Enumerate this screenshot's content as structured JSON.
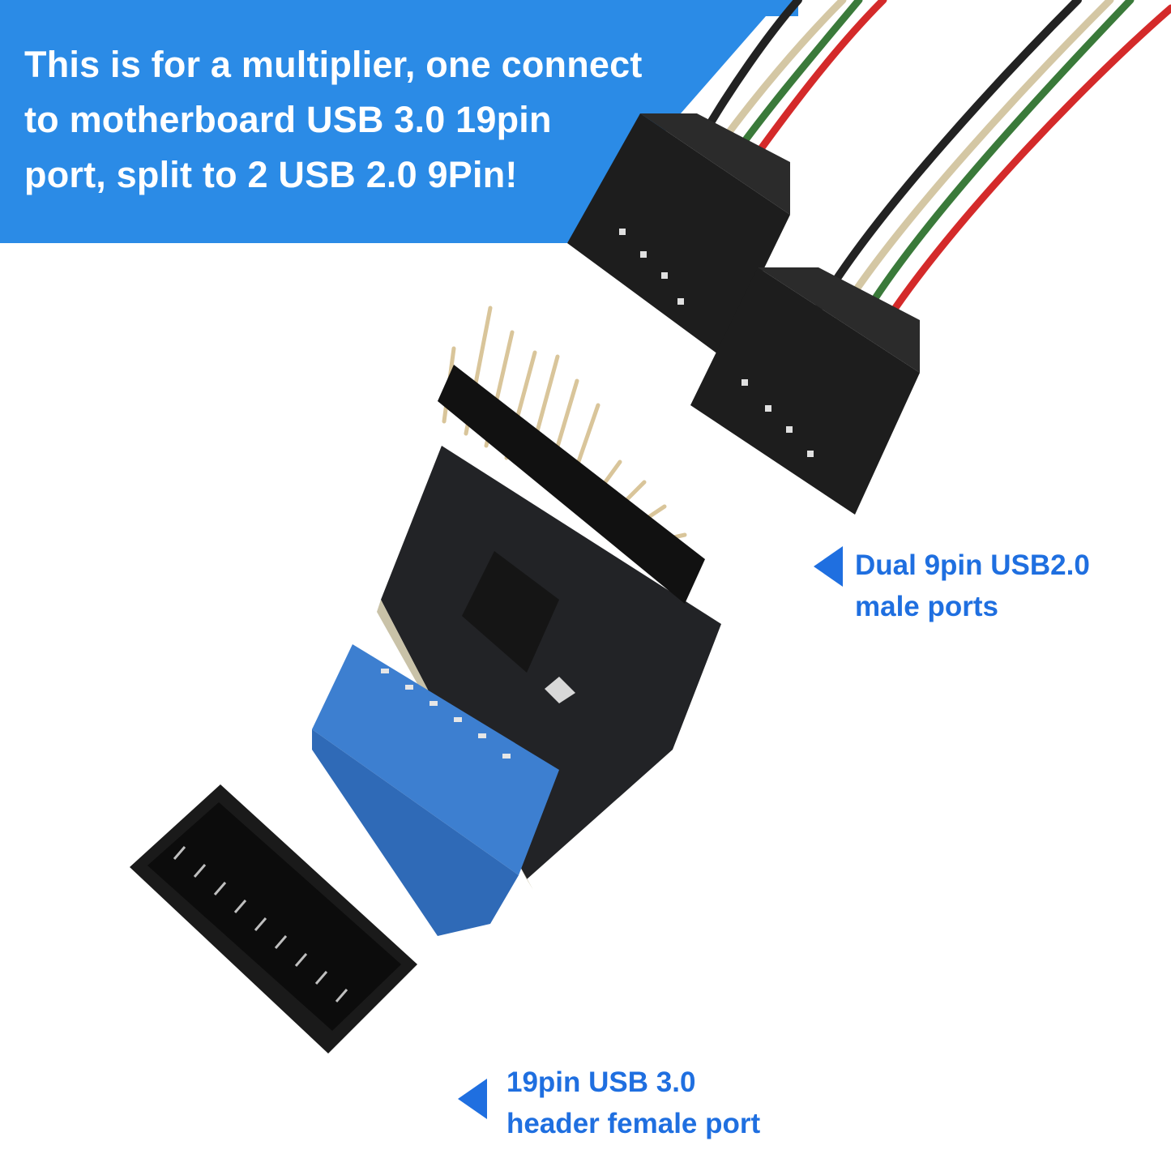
{
  "banner": {
    "lines": [
      "This is for a multiplier, one connect",
      "to motherboard USB 3.0 19pin",
      "port, split to 2 USB 2.0 9Pin!"
    ]
  },
  "callouts": {
    "male_ports": {
      "lines": [
        "Dual 9pin USB2.0",
        "male ports"
      ]
    },
    "female_port": {
      "lines": [
        "19pin USB 3.0",
        "header female port"
      ]
    }
  },
  "colors": {
    "banner_blue": "#2b8be6",
    "callout_blue": "#1f6fe0",
    "pcb": "#1c1d20",
    "header_blue": "#3d7fd0",
    "connector_black": "#1a1a1a"
  },
  "icons": {
    "callout_arrow": "left-triangle-icon"
  }
}
